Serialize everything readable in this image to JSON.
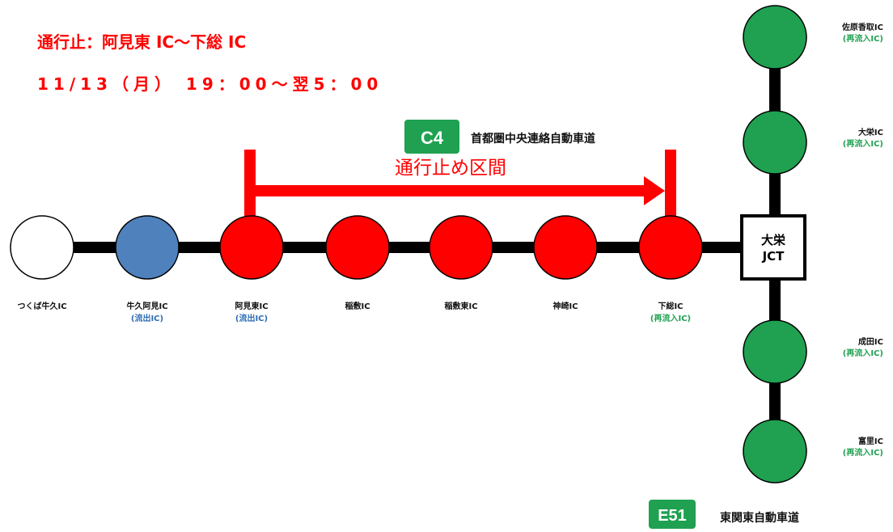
{
  "closure": {
    "title": "通行止：阿見東 IC～下総 IC",
    "time": "11/13（月） 19：00～翌5：00",
    "section_label": "通行止め区間"
  },
  "roads": {
    "c4": {
      "code": "C4",
      "name": "首都圏中央連絡自動車道"
    },
    "e51": {
      "code": "E51",
      "name": "東関東自動車道"
    }
  },
  "junction": {
    "line1": "大栄",
    "line2": "JCT"
  },
  "horizontal_nodes": [
    {
      "name": "つくば牛久IC",
      "sub": "",
      "color": "#ffffff"
    },
    {
      "name": "牛久阿見IC",
      "sub": "(流出IC)",
      "color": "#4f81bd"
    },
    {
      "name": "阿見東IC",
      "sub": "(流出IC)",
      "color": "#ff0000"
    },
    {
      "name": "稲敷IC",
      "sub": "",
      "color": "#ff0000"
    },
    {
      "name": "稲敷東IC",
      "sub": "",
      "color": "#ff0000"
    },
    {
      "name": "神崎IC",
      "sub": "",
      "color": "#ff0000"
    },
    {
      "name": "下総IC",
      "sub": "(再流入IC)",
      "color": "#ff0000"
    }
  ],
  "vertical_nodes": [
    {
      "name": "佐原香取IC",
      "sub": "(再流入IC)",
      "color": "#1fa151"
    },
    {
      "name": "大栄IC",
      "sub": "(再流入IC)",
      "color": "#1fa151"
    },
    {
      "name": "成田IC",
      "sub": "(再流入IC)",
      "color": "#1fa151"
    },
    {
      "name": "富里IC",
      "sub": "(再流入IC)",
      "color": "#1fa151"
    }
  ],
  "colors": {
    "closure_red": "#ff0000",
    "road_green": "#1fa151",
    "outflow_blue": "#4f81bd",
    "line_black": "#000000"
  }
}
